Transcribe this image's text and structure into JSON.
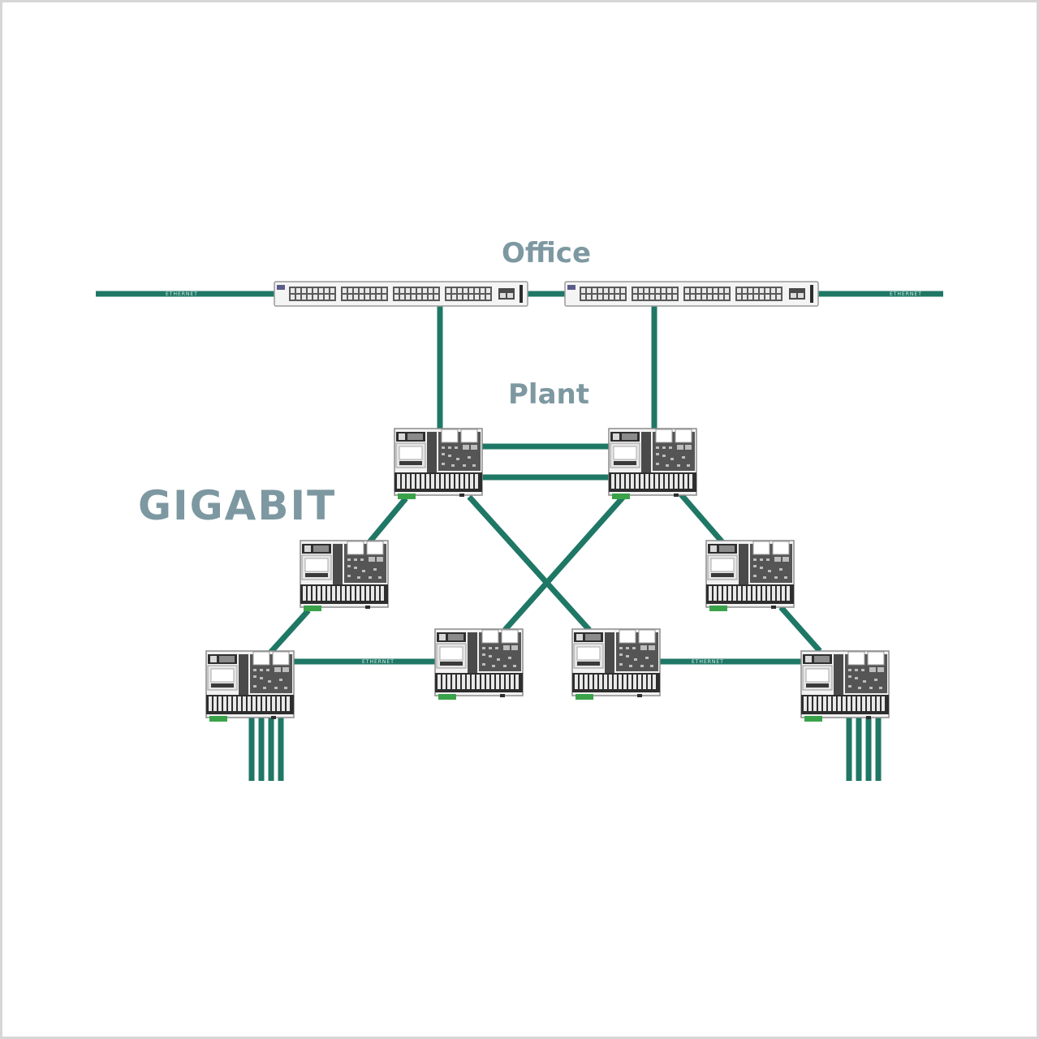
{
  "labels": {
    "office": "Office",
    "plant": "Plant",
    "gigabit": "GIGABIT"
  },
  "cable_text": "ETHERNET",
  "colors": {
    "cable": "#1f7765",
    "heading": "#7d98a1",
    "device_body": "#f2f2f2",
    "device_dark": "#3a3a3a",
    "terminal_green": "#3aa34a",
    "frame": "#d6d6d6"
  },
  "network": {
    "office_switches": [
      "office-switch-left",
      "office-switch-right"
    ],
    "plant_devices": [
      "plant-controller-top-left",
      "plant-controller-top-right",
      "plant-controller-mid-left",
      "plant-controller-mid-right",
      "plant-controller-bottom-1",
      "plant-controller-bottom-2",
      "plant-controller-bottom-3",
      "plant-controller-bottom-4"
    ]
  }
}
